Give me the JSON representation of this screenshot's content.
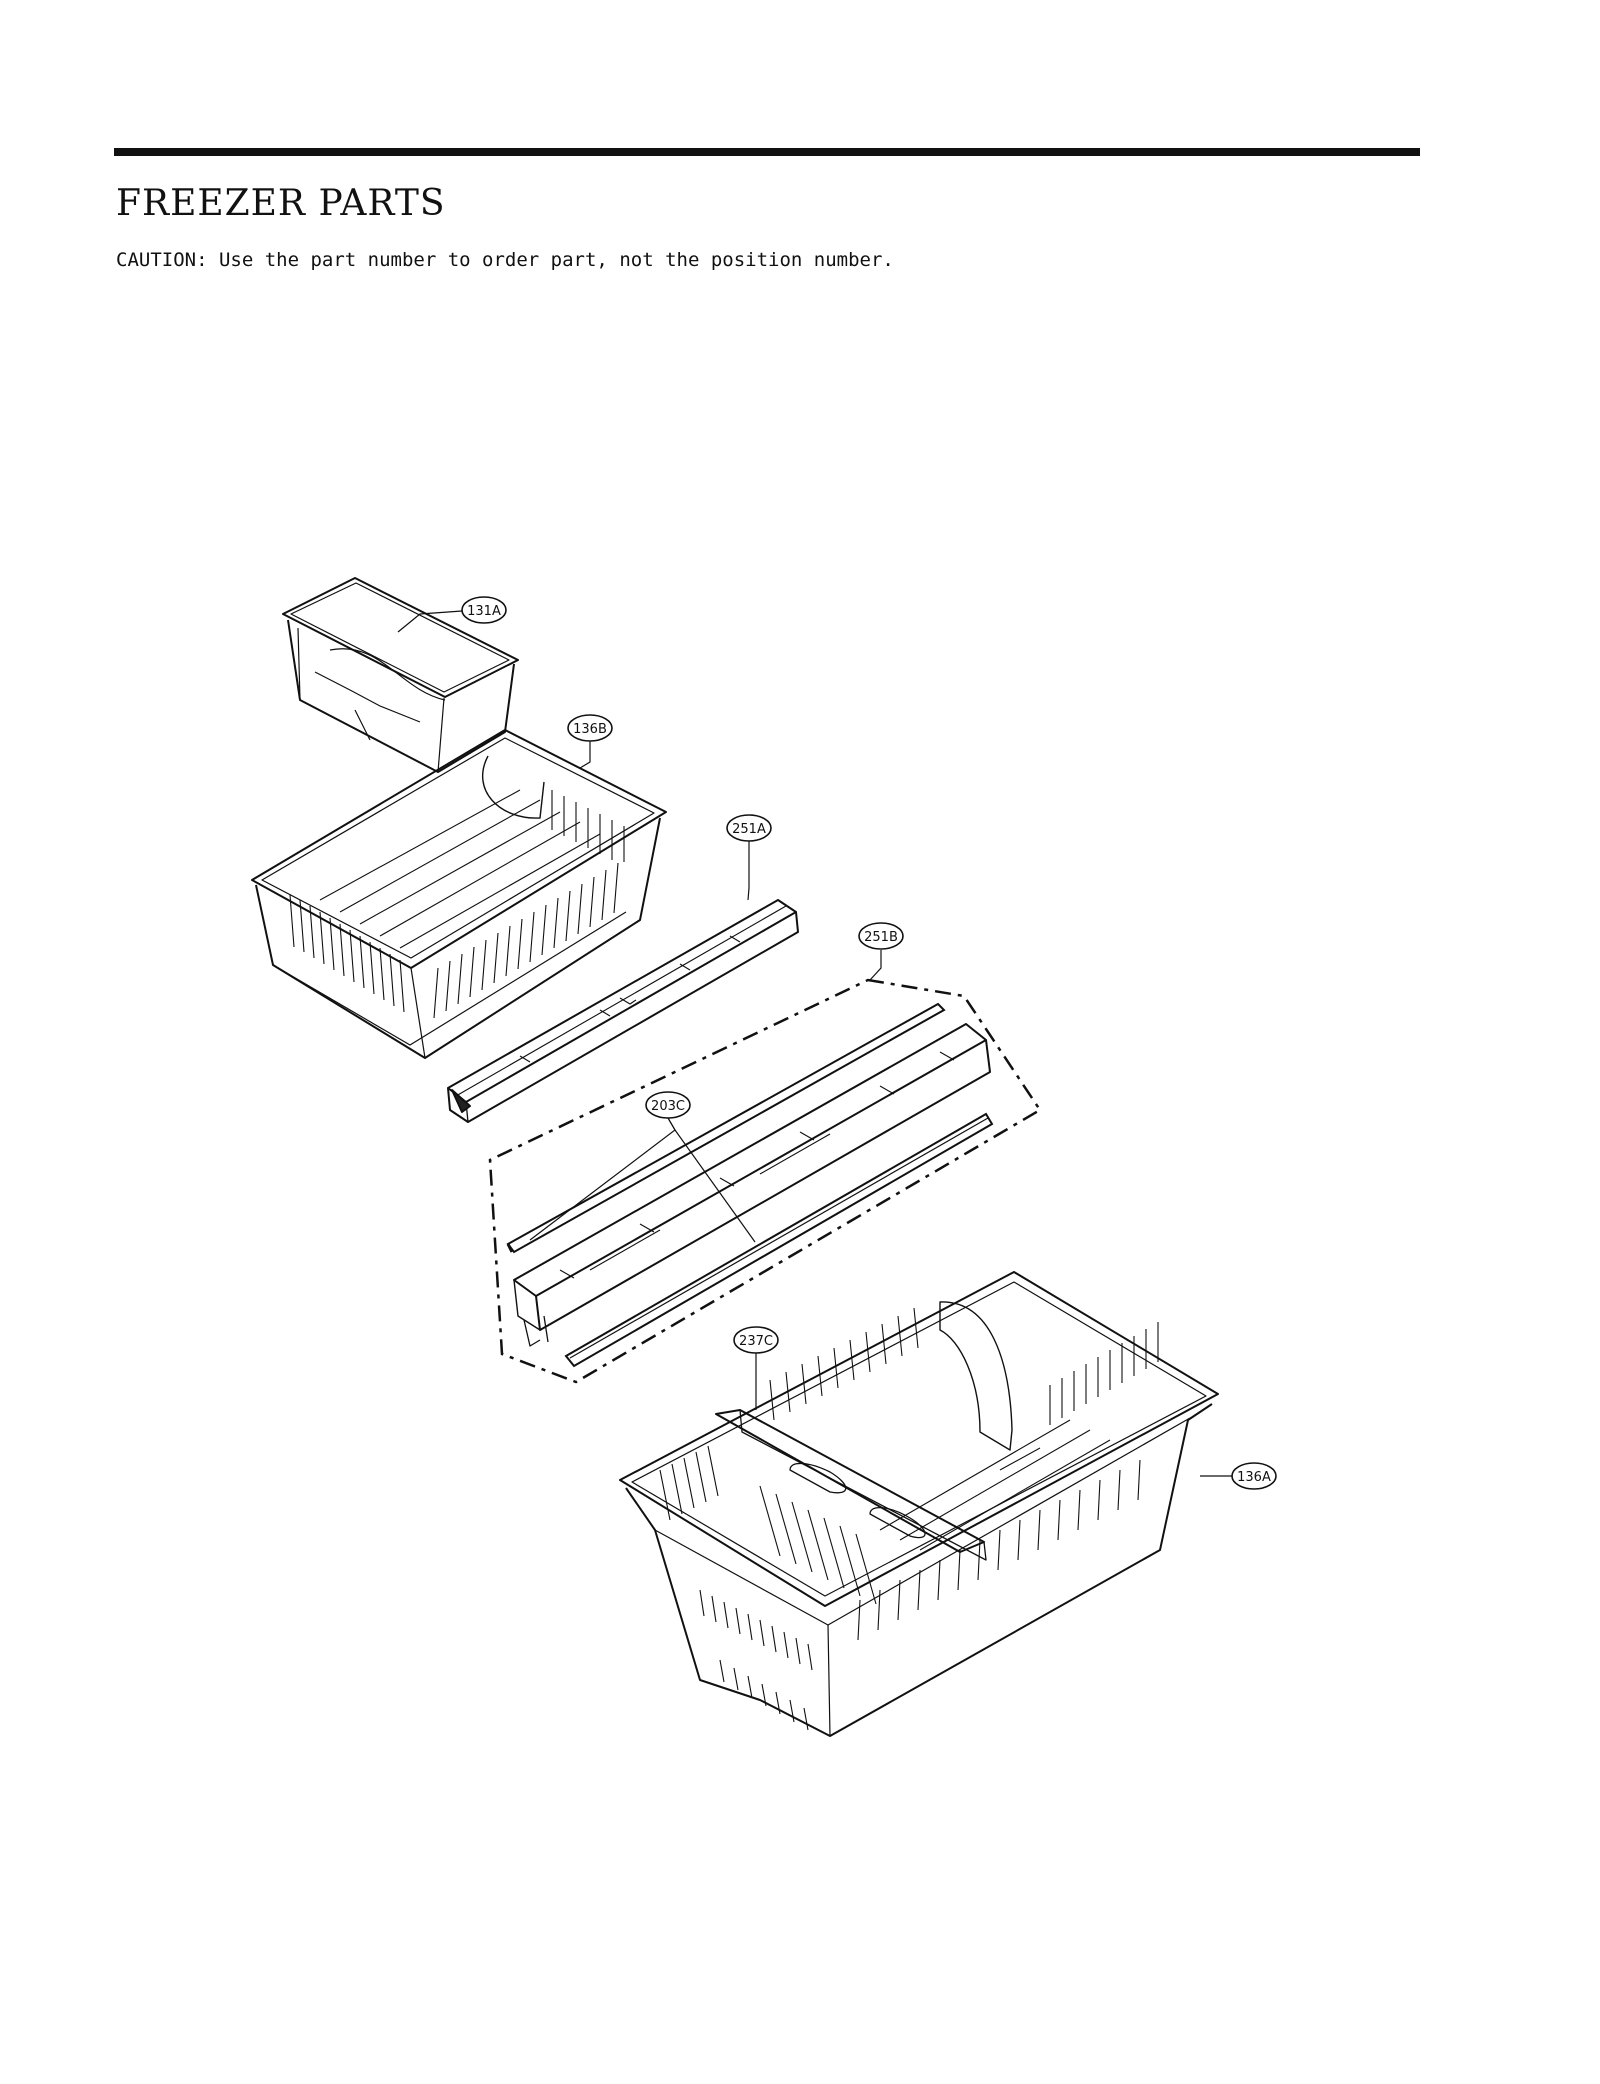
{
  "header": {
    "title": "FREEZER PARTS",
    "caution": "CAUTION: Use the part number to order part, not the position number."
  },
  "callouts": {
    "c131A": "131A",
    "c136B": "136B",
    "c251A": "251A",
    "c251B": "251B",
    "c203C": "203C",
    "c237C": "237C",
    "c136A": "136A"
  },
  "colors": {
    "ink": "#111111",
    "paper": "#ffffff"
  }
}
